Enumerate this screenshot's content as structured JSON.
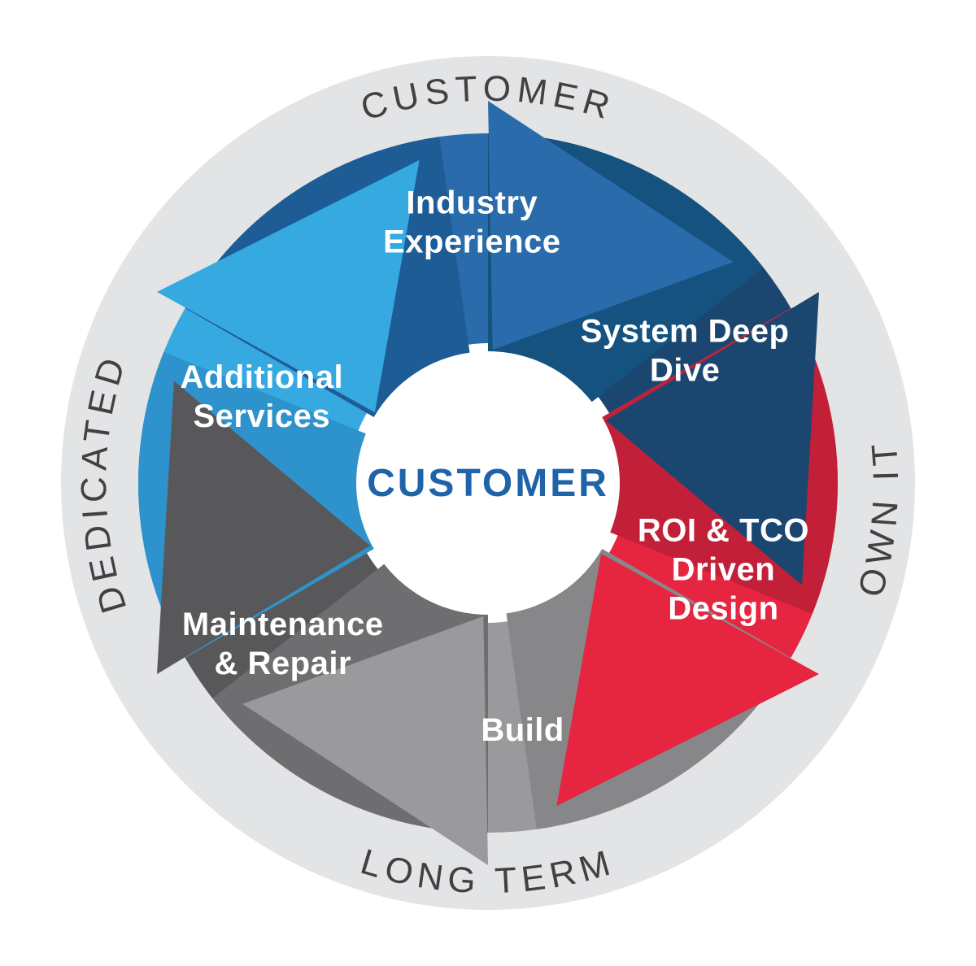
{
  "diagram": {
    "title": "Customer lifecycle diagram",
    "center_label": "CUSTOMER",
    "center_color": "#1F63A8",
    "background_color": "#FFFFFF",
    "ring": {
      "color": "#E3E4E5",
      "text_color": "#414042",
      "labels": {
        "top": "CUSTOMER",
        "right": "OWN IT",
        "bottom": "LONG TERM",
        "left": "DEDICATED"
      }
    },
    "segments": [
      {
        "id": "industry-experience",
        "label_lines": [
          "Industry",
          "Experience"
        ],
        "color": "#2A6CAB",
        "shade": "#1E5C96",
        "band_start": 300,
        "label_bearing": 356.5,
        "label_radius": 322
      },
      {
        "id": "system-deep-dive",
        "label_lines": [
          "System Deep",
          "Dive"
        ],
        "color": "#1B4670",
        "shade": "#15527F",
        "band_start": 0,
        "label_bearing": 56,
        "label_radius": 292
      },
      {
        "id": "roi-tco-driven-design",
        "label_lines": [
          "ROI & TCO",
          "Driven",
          "Design"
        ],
        "color": "#E62540",
        "shade": "#C22038",
        "band_start": 60,
        "label_bearing": 110,
        "label_radius": 308
      },
      {
        "id": "build",
        "label_lines": [
          "Build"
        ],
        "color": "#9A9A9D",
        "shade": "#87878A",
        "band_start": 120,
        "label_bearing": 172,
        "label_radius": 306
      },
      {
        "id": "maintenance-repair",
        "label_lines": [
          "Maintenance",
          "& Repair"
        ],
        "color": "#58585B",
        "shade": "#6E6E71",
        "band_start": 180,
        "label_bearing": 232,
        "label_radius": 320
      },
      {
        "id": "additional-services",
        "label_lines": [
          "Additional",
          "Services"
        ],
        "color": "#36A9E1",
        "shade": "#2E93CC",
        "band_start": 240,
        "label_bearing": 291,
        "label_radius": 298
      }
    ],
    "text_color_on_segments": "#FFFFFF"
  }
}
